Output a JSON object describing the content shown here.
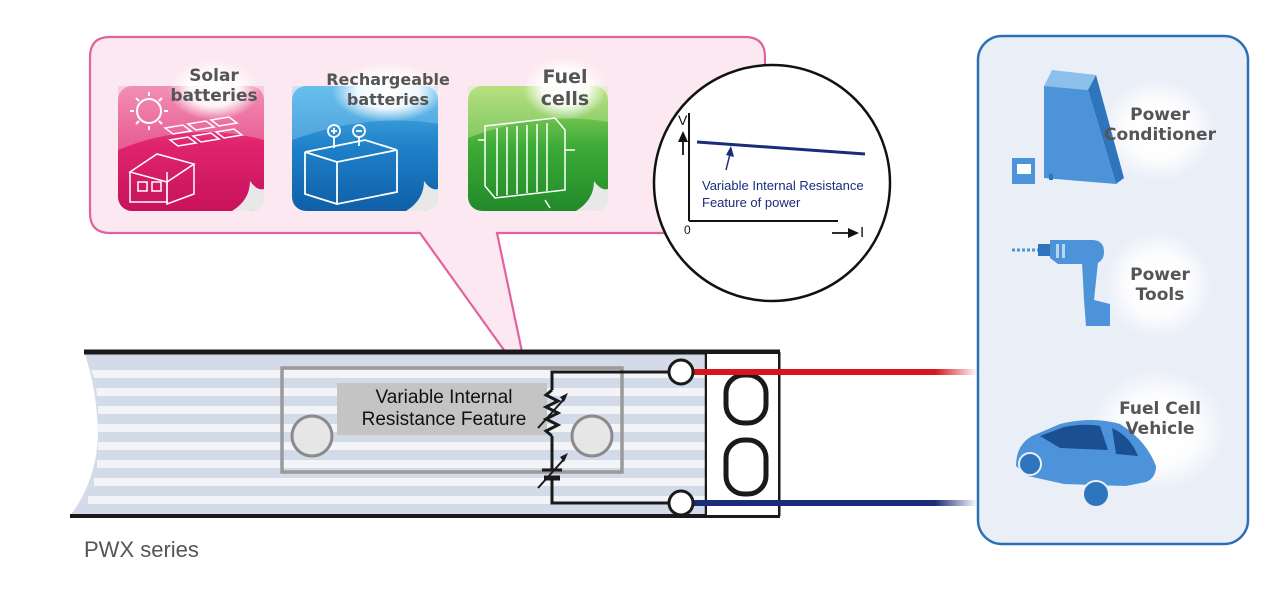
{
  "sources": [
    {
      "id": "solar",
      "label_line1": "Solar",
      "label_line2": "batteries"
    },
    {
      "id": "rechargeable",
      "label_line1": "Rechargeable",
      "label_line2": "batteries"
    },
    {
      "id": "fuel",
      "label_line1": "Fuel",
      "label_line2": "cells"
    }
  ],
  "graph": {
    "v_label": "V",
    "i_label": "I",
    "origin_label": "0",
    "annotation_line1": "Variable Internal Resistance",
    "annotation_line2": "Feature of power"
  },
  "device": {
    "feature_line1": "Variable Internal",
    "feature_line2": "Resistance Feature",
    "product_label": "PWX series"
  },
  "applications": [
    {
      "id": "power-conditioner",
      "label_line1": "Power",
      "label_line2": "Conditioner"
    },
    {
      "id": "power-tools",
      "label_line1": "Power",
      "label_line2": "Tools"
    },
    {
      "id": "fuel-cell-vehicle",
      "label_line1": "Fuel Cell",
      "label_line2": "Vehicle"
    }
  ],
  "colors": {
    "bubble_border": "#e2629f",
    "bubble_fill": "#fce8f0",
    "solar_tile": "#e0256e",
    "rechargeable_tile": "#1e80c8",
    "fuel_tile": "#3aaa35",
    "panel_border": "#2c6fb5",
    "panel_fill": "#e9eef7",
    "positive_wire": "#d7151c",
    "negative_wire": "#1b2c7a",
    "graph_line": "#1b2c7a",
    "icon_blue": "#4d93d9"
  }
}
